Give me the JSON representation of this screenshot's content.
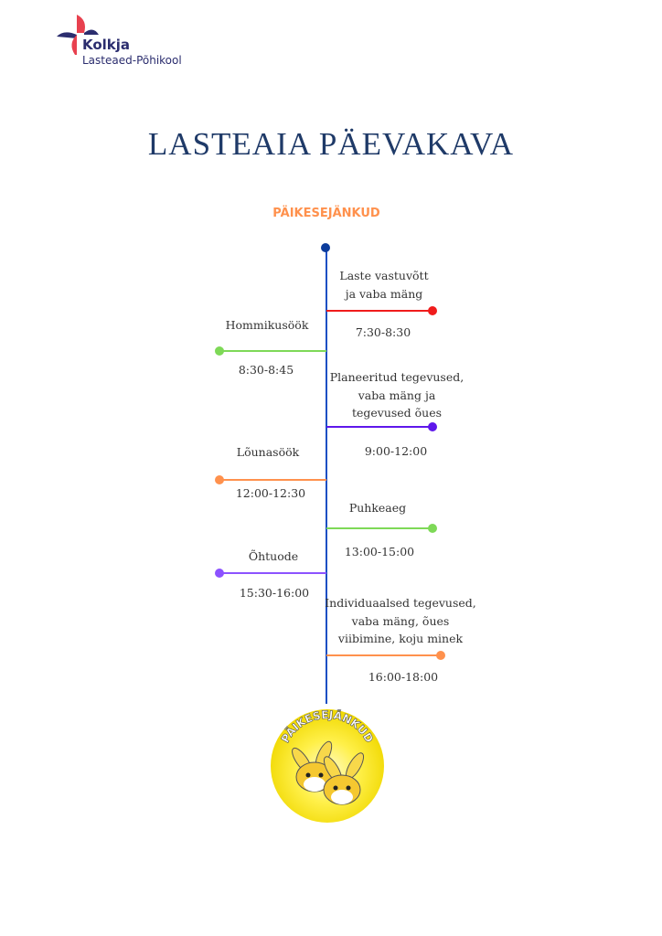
{
  "logo": {
    "name": "Kolkja",
    "subtitle": "Lasteaed-Põhikool"
  },
  "title": "LASTEAIA PÄEVAKAVA",
  "group": "PÄIKESEJÄNKUD",
  "group_badge_text": "PÄIKESEJÄNKUD",
  "colors": {
    "line": "#1a4fc4",
    "red": "#f01c1c",
    "green": "#7ed957",
    "purple": "#5e17eb",
    "orange": "#ff914d",
    "violet": "#8c52ff"
  },
  "events": [
    {
      "label": "Laste vastuvõtt\nja vaba mäng",
      "time": "7:30-8:30",
      "side": "right",
      "color": "#f01c1c"
    },
    {
      "label": "Hommikusöök",
      "time": "8:30-8:45",
      "side": "left",
      "color": "#7ed957"
    },
    {
      "label": "Planeeritud tegevused,\nvaba mäng ja\ntegevused õues",
      "time": "9:00-12:00",
      "side": "right",
      "color": "#5e17eb"
    },
    {
      "label": "Lõunasöök",
      "time": "12:00-12:30",
      "side": "left",
      "color": "#ff914d"
    },
    {
      "label": "Puhkeaeg",
      "time": "13:00-15:00",
      "side": "right",
      "color": "#7ed957"
    },
    {
      "label": "Õhtuode",
      "time": "15:30-16:00",
      "side": "left",
      "color": "#8c52ff"
    },
    {
      "label": "Individuaalsed tegevused,\nvaba mäng, õues\nviibimine, koju minek",
      "time": "16:00-18:00",
      "side": "right",
      "color": "#ff914d"
    }
  ]
}
